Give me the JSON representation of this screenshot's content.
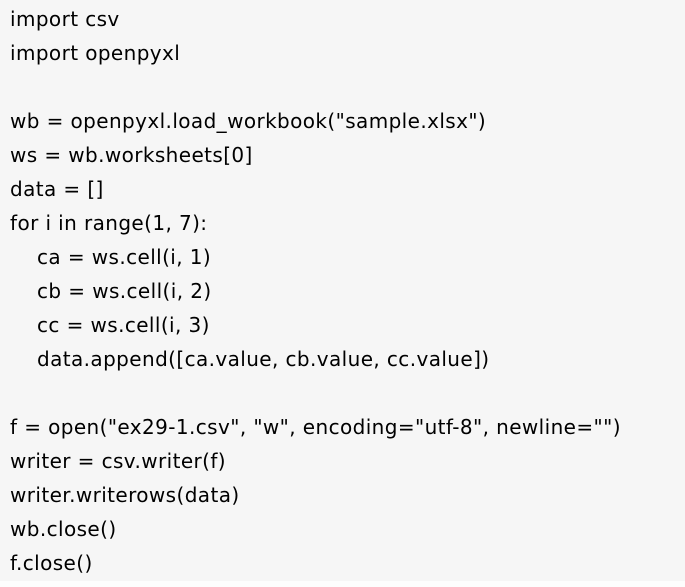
{
  "page": {
    "background_color": "#f6f6f6",
    "text_color": "#000000",
    "bottom_strip_color": "#fdfdfd"
  },
  "code": {
    "language": "python",
    "lines": [
      "import csv",
      "import openpyxl",
      "",
      "wb = openpyxl.load_workbook(\"sample.xlsx\")",
      "ws = wb.worksheets[0]",
      "data = []",
      "for i in range(1, 7):",
      "    ca = ws.cell(i, 1)",
      "    cb = ws.cell(i, 2)",
      "    cc = ws.cell(i, 3)",
      "    data.append([ca.value, cb.value, cc.value])",
      "",
      "f = open(\"ex29-1.csv\", \"w\", encoding=\"utf-8\", newline=\"\")",
      "writer = csv.writer(f)",
      "writer.writerows(data)",
      "wb.close()",
      "f.close()"
    ]
  }
}
